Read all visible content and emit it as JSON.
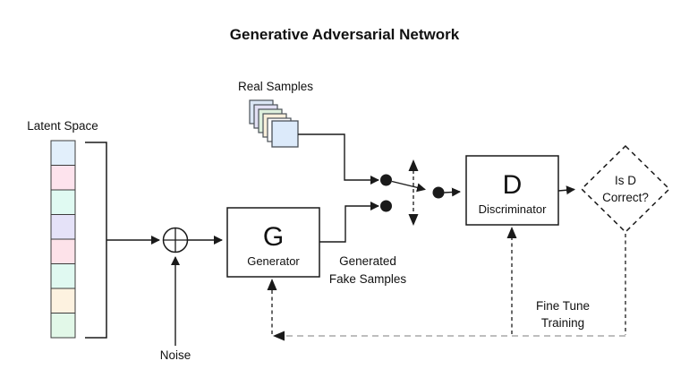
{
  "title": "Generative Adversarial Network",
  "colors": {
    "line": "#1a1a1a",
    "feedback_gray": "#a8a8a8",
    "box_fill": "#ffffff",
    "cell_border": "#3c3c3c",
    "sample_border": "#4a5058"
  },
  "latent_space": {
    "label": "Latent Space",
    "cells": [
      "#e2effb",
      "#fde3ed",
      "#e0faf2",
      "#e5e2f8",
      "#fde2e9",
      "#e0f9f1",
      "#fdf2e0",
      "#e2f8e8"
    ]
  },
  "real_samples": {
    "label": "Real Samples",
    "stack_colors": [
      "#dbe6f5",
      "#e2e0f4",
      "#def0dd",
      "#f8efdb",
      "#fefefe",
      "#dceafa"
    ]
  },
  "noise": {
    "label": "Noise"
  },
  "generator": {
    "symbol": "G",
    "label": "Generator"
  },
  "generated_fake": {
    "line1": "Generated",
    "line2": "Fake Samples"
  },
  "discriminator": {
    "symbol": "D",
    "label": "Discriminator"
  },
  "decision": {
    "line1": "Is D",
    "line2": "Correct?"
  },
  "feedback": {
    "line1": "Fine Tune",
    "line2": "Training"
  }
}
